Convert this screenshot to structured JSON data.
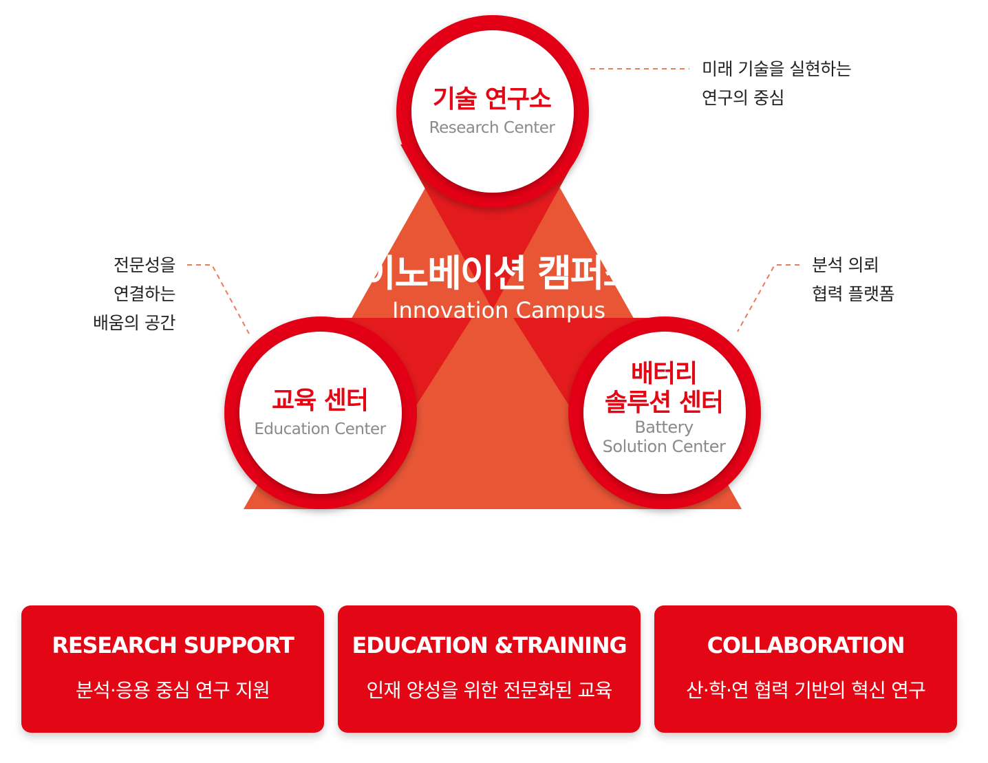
{
  "colors": {
    "primary_red": "#e30614",
    "triangle_orange": "#e85636",
    "overlay_red": "#e41b1d",
    "dash_line": "#e97b56",
    "text_dark": "#222222",
    "text_gray": "#8a8a8a"
  },
  "center": {
    "title": "이노베이션 캠퍼스",
    "subtitle": "Innovation Campus"
  },
  "nodes": {
    "research": {
      "title": "기술 연구소",
      "subtitle": "Research Center"
    },
    "education": {
      "title": "교육 센터",
      "subtitle": "Education Center"
    },
    "battery": {
      "title_line1": "배터리",
      "title_line2": "솔루션 센터",
      "subtitle_line1": "Battery",
      "subtitle_line2": "Solution Center"
    }
  },
  "notes": {
    "research": {
      "line1": "미래 기술을 실현하는",
      "line2": "연구의 중심"
    },
    "education": {
      "line1": "전문성을",
      "line2": "연결하는",
      "line3": "배움의 공간"
    },
    "battery": {
      "line1": "분석 의뢰",
      "line2": "협력 플랫폼"
    }
  },
  "cards": [
    {
      "title": "RESEARCH SUPPORT",
      "description": "분석·응용 중심 연구 지원"
    },
    {
      "title": "EDUCATION &TRAINING",
      "description": "인재 양성을 위한 전문화된 교육"
    },
    {
      "title": "COLLABORATION",
      "description": "산·학·연 협력 기반의 혁신 연구"
    }
  ]
}
